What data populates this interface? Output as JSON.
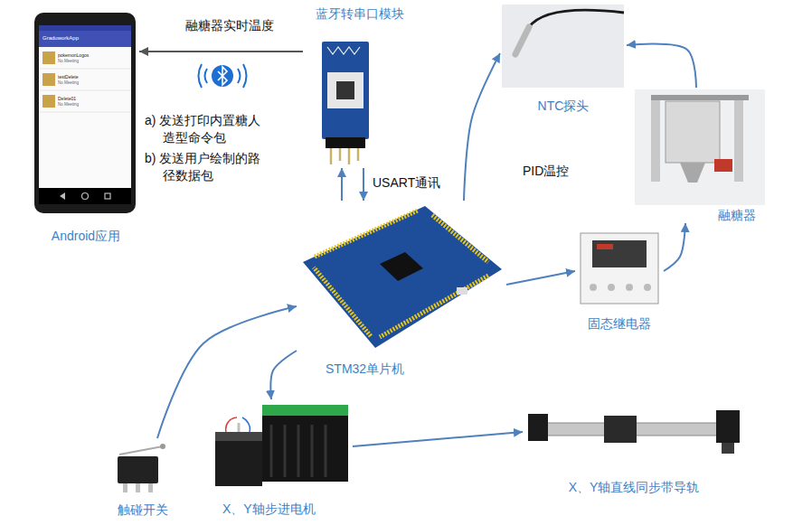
{
  "diagram": {
    "nodes": [
      {
        "text": [
          "Android应用"
        ]
      },
      {
        "text": [
          "蓝牙转串口模块"
        ]
      },
      {
        "text": [
          "NTC探头"
        ]
      },
      {
        "text": [
          "融糖器"
        ]
      },
      {
        "text": [
          "STM32单片机"
        ]
      },
      {
        "text": [
          "固态继电器"
        ]
      },
      {
        "text": [
          "触碰开关"
        ]
      },
      {
        "text": [
          "X、Y轴步进电机"
        ]
      },
      {
        "text": [
          "X、Y轴直线同步带导轨"
        ]
      }
    ],
    "edges": [
      {
        "from": 1,
        "to": 0,
        "label": "融糖器实时温度",
        "arrow": "to"
      },
      {
        "from": 4,
        "to": 1,
        "arrow": "to"
      },
      {
        "from": 1,
        "to": 4,
        "label": "USART通讯",
        "arrow": "to"
      },
      {
        "from": 4,
        "to": 2,
        "arrow": "to"
      },
      {
        "from": 3,
        "to": 2,
        "arrow": "to"
      },
      {
        "from": 4,
        "to": 5,
        "arrow": "to"
      },
      {
        "from": 5,
        "to": 3,
        "arrow": "to"
      },
      {
        "from": 6,
        "to": 4,
        "arrow": "to"
      },
      {
        "from": 4,
        "to": 7,
        "arrow": "to"
      },
      {
        "from": 7,
        "to": 8,
        "arrow": "to"
      }
    ],
    "labels": [
      "a) 发送打印内置糖人造型命令包",
      "b) 发送用户绘制的路径数据包",
      "PID温控",
      "GraduworkApp",
      "pokemonLogos",
      "No Meeting",
      "testDelete",
      "No Meeting",
      "Delete01",
      "No Meeting"
    ]
  }
}
